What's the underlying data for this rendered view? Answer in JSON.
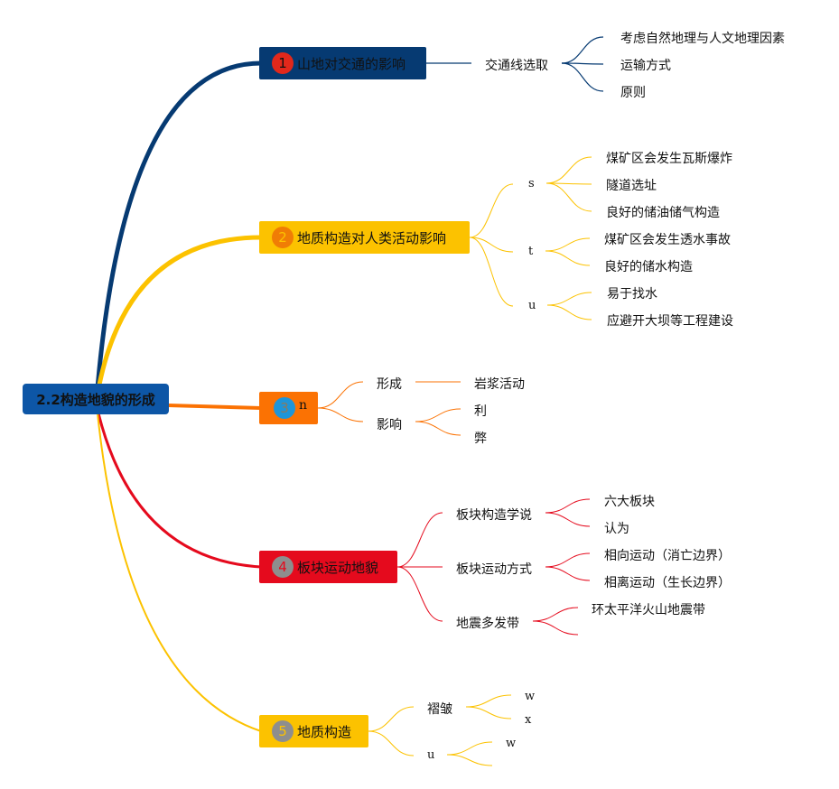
{
  "root": {
    "title": "2.2构造地貌的形成",
    "color": "#0d56a6"
  },
  "branches": [
    {
      "number": "1",
      "title": "山地对交通的影响",
      "color": "#063a72",
      "badge_color": "#e2281b",
      "children": [
        {
          "label": "交通线选取",
          "children": [
            "考虑自然地理与人文地理因素",
            "运输方式",
            "原则"
          ]
        }
      ]
    },
    {
      "number": "2",
      "title": "地质构造对人类活动影响",
      "color": "#fcc200",
      "badge_color": "#f07d05",
      "children": [
        {
          "label": "s",
          "children": [
            "煤矿区会发生瓦斯爆炸",
            "隧道选址",
            "良好的储油储气构造"
          ]
        },
        {
          "label": "t",
          "children": [
            "煤矿区会发生透水事故",
            "良好的储水构造"
          ]
        },
        {
          "label": "u",
          "children": [
            "易于找水",
            "应避开大坝等工程建设"
          ]
        }
      ]
    },
    {
      "number": "3",
      "title": "n",
      "color": "#fb7203",
      "badge_color": "#1f95d8",
      "children": [
        {
          "label": "形成",
          "children": [
            "岩浆活动"
          ]
        },
        {
          "label": "影响",
          "children": [
            "利",
            "弊"
          ]
        }
      ]
    },
    {
      "number": "4",
      "title": "板块运动地貌",
      "color": "#e50a1d",
      "badge_color": "#8e8e8e",
      "children": [
        {
          "label": "板块构造学说",
          "children": [
            "六大板块",
            "认为"
          ]
        },
        {
          "label": "板块运动方式",
          "children": [
            "相向运动（消亡边界）",
            "相离运动（生长边界）"
          ]
        },
        {
          "label": "地震多发带",
          "children": [
            "环太平洋火山地震带",
            ""
          ]
        }
      ]
    },
    {
      "number": "5",
      "title": "地质构造",
      "color": "#fcc200",
      "badge_color": "#8e8e8e",
      "children": [
        {
          "label": "褶皱",
          "children": [
            "w",
            "x"
          ]
        },
        {
          "label": "u",
          "children": [
            "w",
            ""
          ]
        }
      ]
    }
  ]
}
